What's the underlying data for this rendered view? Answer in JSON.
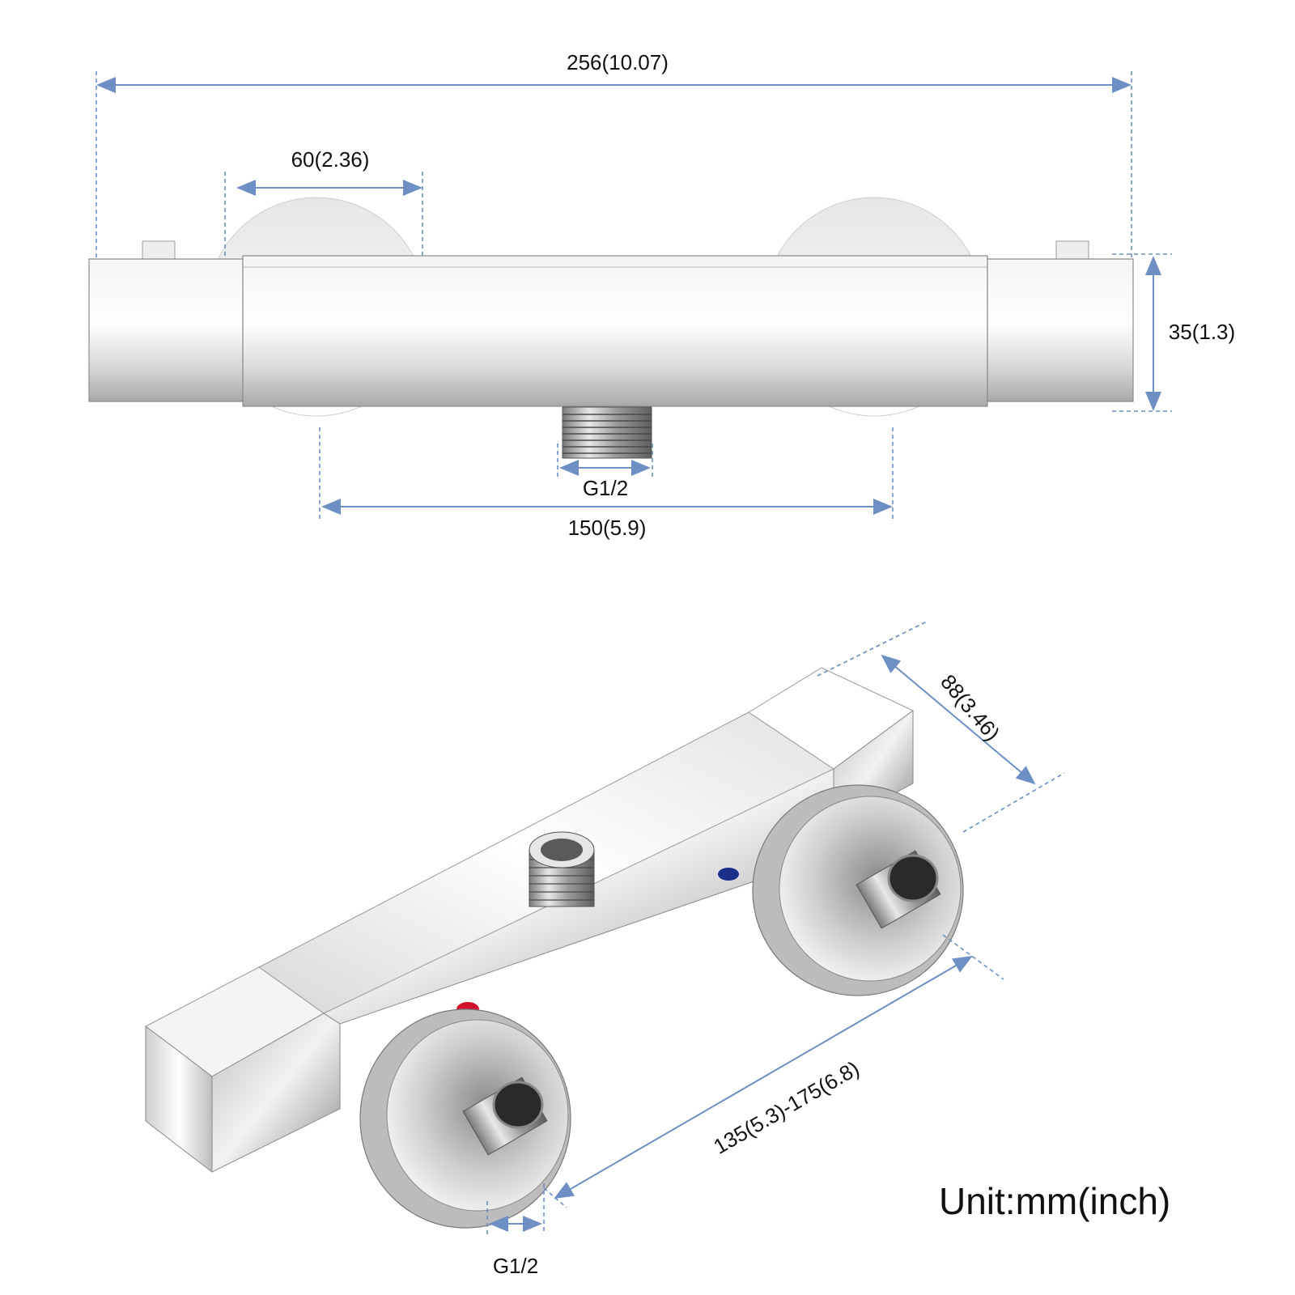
{
  "dimensions": {
    "total_length": "256(10.07)",
    "flange_diameter": "60(2.36)",
    "body_height": "35(1.3)",
    "outlet_thread": "G1/2",
    "inlet_spacing": "150(5.9)",
    "depth": "88(3.46)",
    "adjustable_spacing": "135(5.3)-175(6.8)",
    "inlet_thread": "G1/2"
  },
  "unit_label": "Unit:mm(inch)",
  "colors": {
    "dimension_line": "#6d8fc4",
    "hot_indicator": "#d1122a",
    "cold_indicator": "#1d2f8a"
  }
}
